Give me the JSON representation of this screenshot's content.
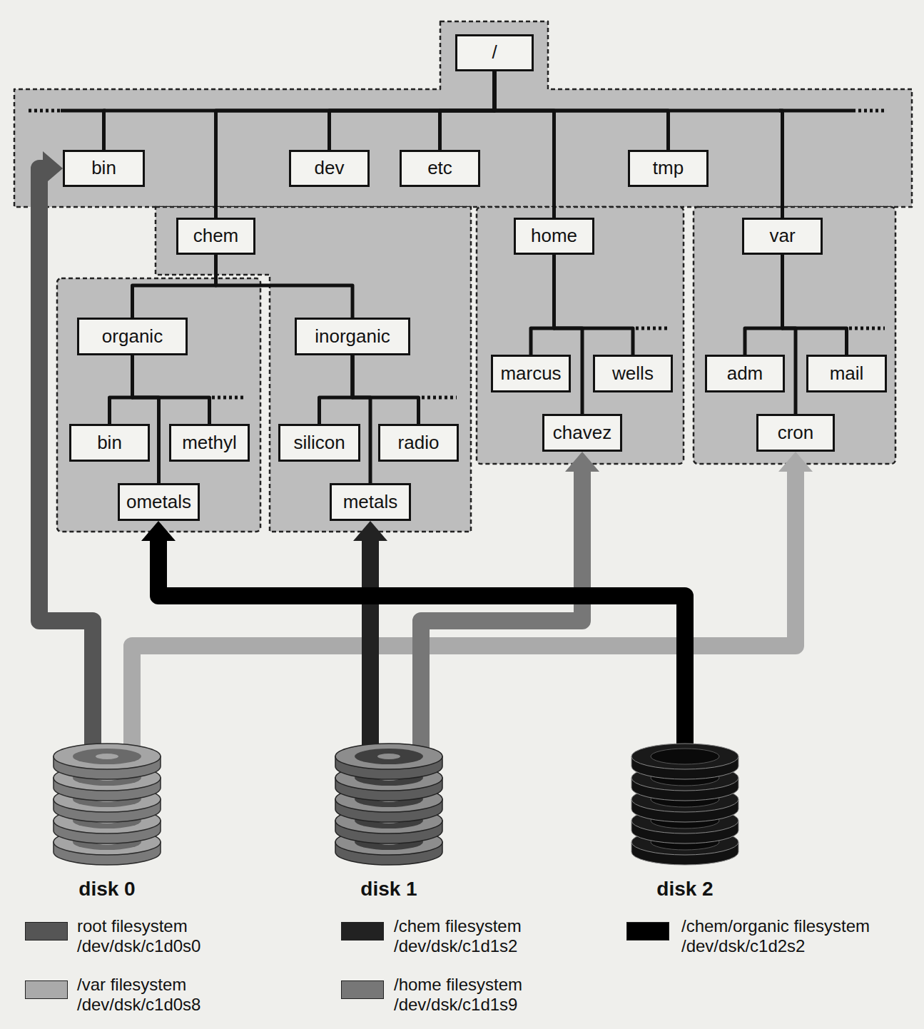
{
  "diagram": {
    "nodes": [
      {
        "text": [
          "/"
        ]
      },
      {
        "text": [
          "bin"
        ]
      },
      {
        "text": [
          "dev"
        ]
      },
      {
        "text": [
          "etc"
        ]
      },
      {
        "text": [
          "tmp"
        ]
      },
      {
        "text": [
          "chem"
        ]
      },
      {
        "text": [
          "home"
        ]
      },
      {
        "text": [
          "var"
        ]
      },
      {
        "text": [
          "organic"
        ]
      },
      {
        "text": [
          "inorganic"
        ]
      },
      {
        "text": [
          "marcus"
        ]
      },
      {
        "text": [
          "wells"
        ]
      },
      {
        "text": [
          "adm"
        ]
      },
      {
        "text": [
          "mail"
        ]
      },
      {
        "text": [
          "bin"
        ]
      },
      {
        "text": [
          "methyl"
        ]
      },
      {
        "text": [
          "silicon"
        ]
      },
      {
        "text": [
          "radio"
        ]
      },
      {
        "text": [
          "chavez"
        ]
      },
      {
        "text": [
          "cron"
        ]
      },
      {
        "text": [
          "ometals"
        ]
      },
      {
        "text": [
          "metals"
        ]
      },
      {
        "text": [
          "disk 0"
        ]
      },
      {
        "text": [
          "disk 1"
        ]
      },
      {
        "text": [
          "disk 2"
        ]
      }
    ],
    "edges": [
      {
        "from": 0,
        "to": 1,
        "arrow": "none"
      },
      {
        "from": 0,
        "to": 2,
        "arrow": "none"
      },
      {
        "from": 0,
        "to": 3,
        "arrow": "none"
      },
      {
        "from": 0,
        "to": 4,
        "arrow": "none"
      },
      {
        "from": 0,
        "to": 5,
        "arrow": "none"
      },
      {
        "from": 0,
        "to": 6,
        "arrow": "none"
      },
      {
        "from": 0,
        "to": 7,
        "arrow": "none"
      },
      {
        "from": 5,
        "to": 8,
        "arrow": "none"
      },
      {
        "from": 5,
        "to": 9,
        "arrow": "none"
      },
      {
        "from": 8,
        "to": 14,
        "arrow": "none"
      },
      {
        "from": 8,
        "to": 15,
        "arrow": "none"
      },
      {
        "from": 8,
        "to": 20,
        "arrow": "none"
      },
      {
        "from": 9,
        "to": 16,
        "arrow": "none"
      },
      {
        "from": 9,
        "to": 17,
        "arrow": "none"
      },
      {
        "from": 9,
        "to": 21,
        "arrow": "none"
      },
      {
        "from": 6,
        "to": 10,
        "arrow": "none"
      },
      {
        "from": 6,
        "to": 11,
        "arrow": "none"
      },
      {
        "from": 6,
        "to": 18,
        "arrow": "none"
      },
      {
        "from": 7,
        "to": 12,
        "arrow": "none"
      },
      {
        "from": 7,
        "to": 13,
        "arrow": "none"
      },
      {
        "from": 7,
        "to": 19,
        "arrow": "none"
      },
      {
        "from": 22,
        "to": 1,
        "arrow": "to"
      },
      {
        "from": 22,
        "to": 19,
        "arrow": "to"
      },
      {
        "from": 23,
        "to": 21,
        "arrow": "to"
      },
      {
        "from": 23,
        "to": 18,
        "arrow": "to"
      },
      {
        "from": 24,
        "to": 20,
        "arrow": "to"
      }
    ],
    "legend": [
      {
        "text": "root filesystem /dev/dsk/c1d0s0",
        "color": "#555555"
      },
      {
        "text": "/var filesystem /dev/dsk/c1d0s8",
        "color": "#aaaaaa"
      },
      {
        "text": "/chem filesystem /dev/dsk/c1d1s2",
        "color": "#222222"
      },
      {
        "text": "/home filesystem /dev/dsk/c1d1s9",
        "color": "#777777"
      },
      {
        "text": "/chem/organic filesystem /dev/dsk/c1d2s2",
        "color": "#000000"
      }
    ]
  }
}
